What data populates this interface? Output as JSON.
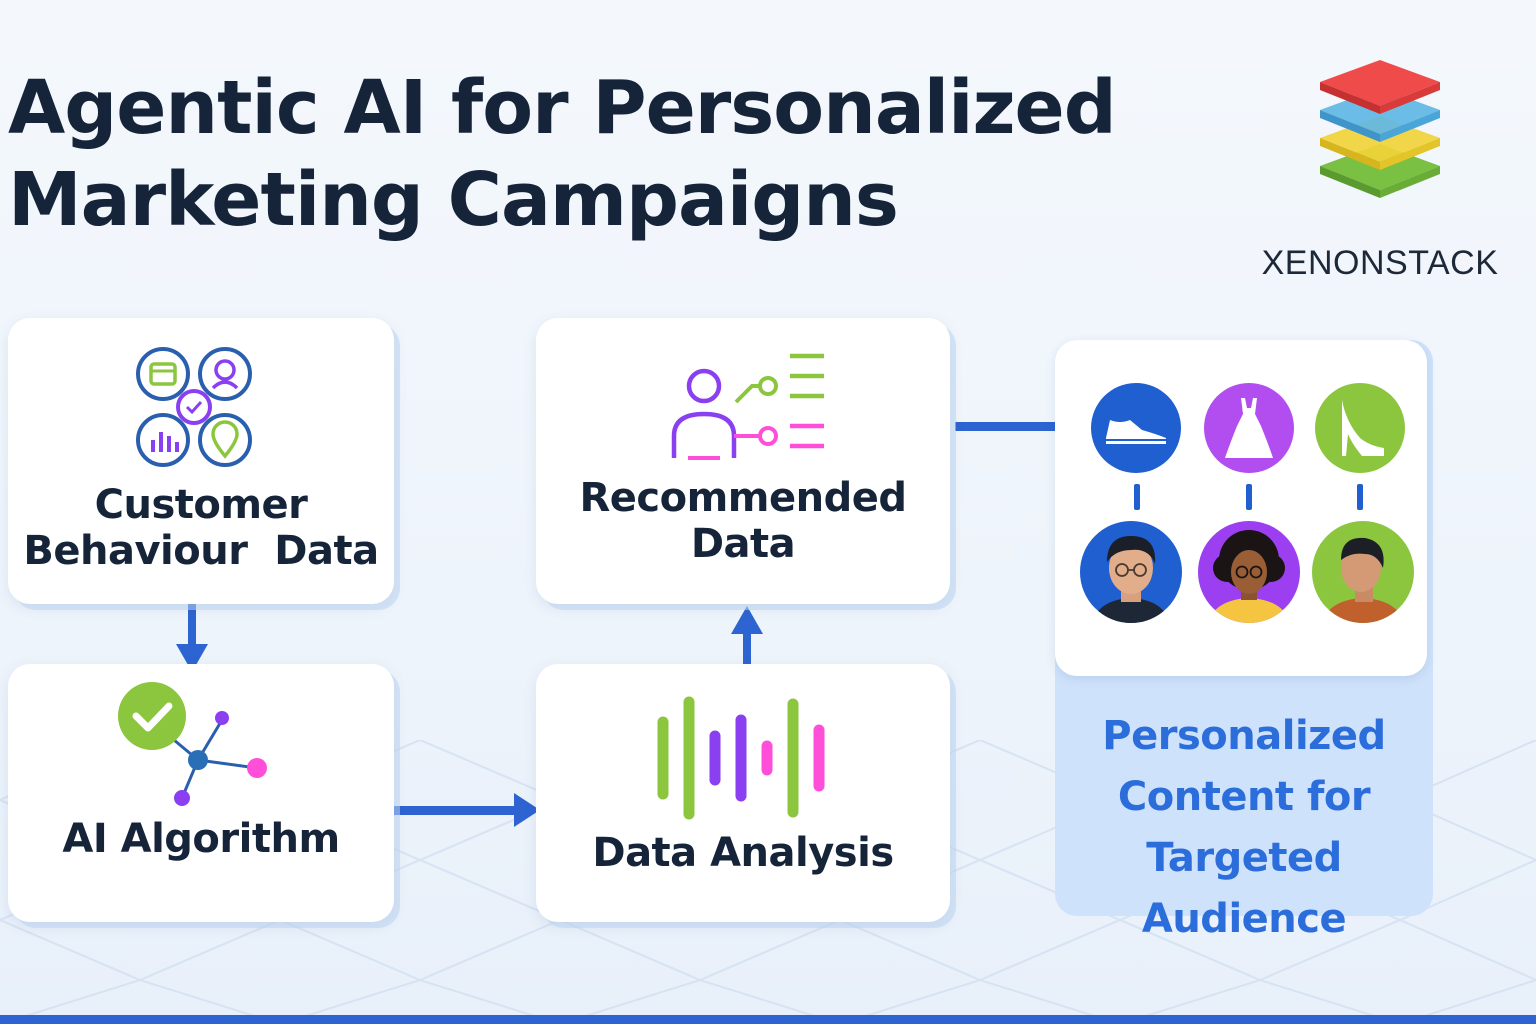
{
  "title": {
    "line1": "Agentic AI for Personalized",
    "line2": "Marketing Campaigns"
  },
  "brand": {
    "name": "XENONSTACK"
  },
  "cards": {
    "customer_behaviour": {
      "line1": "Customer",
      "line2": "Behaviour  Data"
    },
    "ai_algorithm": {
      "label": "AI Algorithm"
    },
    "data_analysis": {
      "label": "Data Analysis"
    },
    "recommended": {
      "line1": "Recommended",
      "line2": "Data"
    }
  },
  "output": {
    "line1": "Personalized",
    "line2": "Content for",
    "line3": "Targeted Audience",
    "products": [
      "sneaker-icon",
      "dress-icon",
      "high-heel-icon"
    ],
    "audience": [
      "man-avatar",
      "woman-avatar",
      "person-avatar"
    ]
  },
  "colors": {
    "title": "#16243a",
    "arrow": "#2d64d2",
    "output_text": "#2a6ddb",
    "green": "#8cc63f",
    "purple": "#8a3ff0",
    "pink": "#ff4fd8",
    "blue": "#1f5fd0"
  }
}
